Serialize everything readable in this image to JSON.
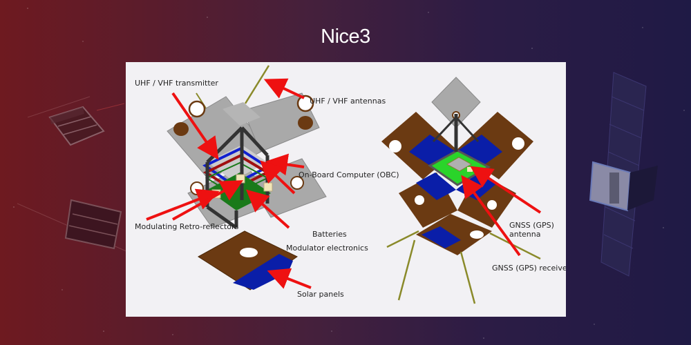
{
  "slide": {
    "title": "Nice3",
    "background": {
      "left_color": "#6e1a20",
      "right_color": "#1f1a45"
    }
  },
  "figure": {
    "background": "#f2f1f4",
    "left_assembly": {
      "labels": [
        {
          "id": "uhf-vhf-transmitter",
          "text": "UHF / VHF transmitter"
        },
        {
          "id": "uhf-vhf-antennas",
          "text": "UHF / VHF antennas"
        },
        {
          "id": "obc",
          "text": "On-Board Computer (OBC)"
        },
        {
          "id": "modulating-retro-reflectors",
          "text": "Modulating Retro-reflectors"
        },
        {
          "id": "batteries",
          "text": "Batteries"
        },
        {
          "id": "modulator-electronics",
          "text": "Modulator electronics"
        },
        {
          "id": "solar-panels",
          "text": "Solar panels"
        }
      ]
    },
    "right_assembly": {
      "labels": [
        {
          "id": "gnss-antenna",
          "text_line1": "GNSS (GPS)",
          "text_line2": "antenna"
        },
        {
          "id": "gnss-receiver",
          "text": "GNSS (GPS) receiver"
        }
      ]
    },
    "colors": {
      "arrow": "#ee1111",
      "panel_gray": "#a9a9a9",
      "brown": "#6b3a12",
      "solar_blue": "#0a1ea8",
      "pcb_green": "#1a7a1a",
      "bright_green": "#2ad42a",
      "antenna": "#8a8a2a",
      "frame": "#333333"
    }
  }
}
